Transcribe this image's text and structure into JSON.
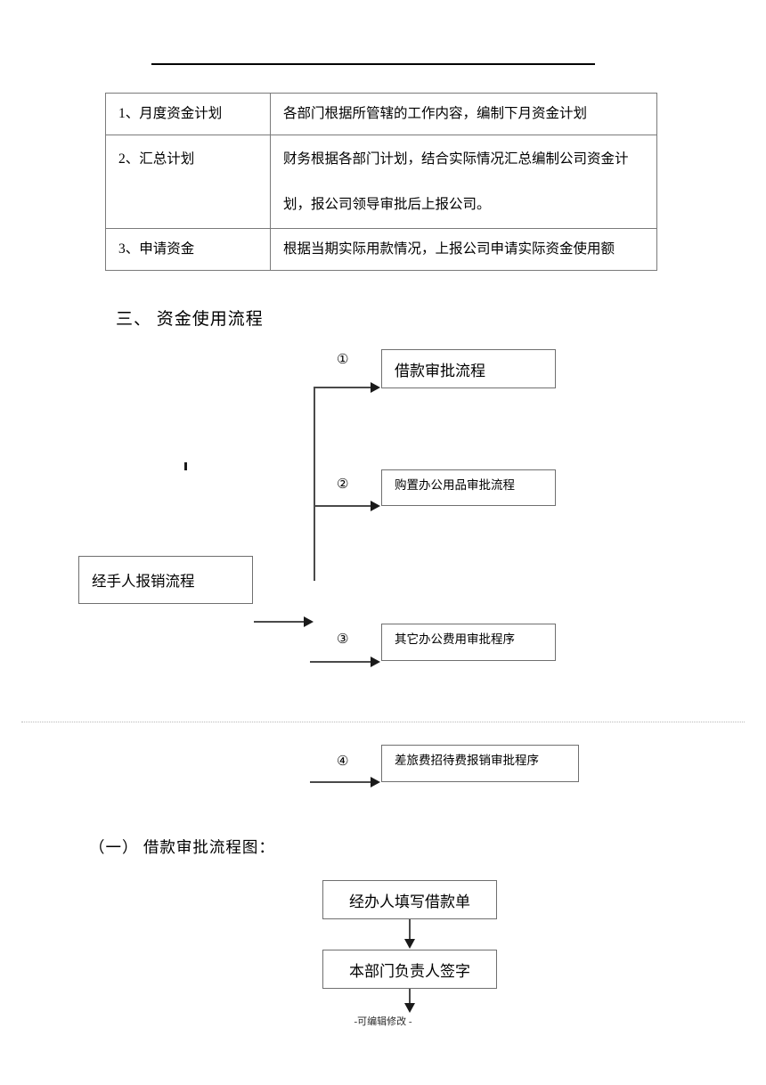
{
  "document": {
    "top_rule": true,
    "footer_note": "-可编辑修改 -"
  },
  "table": {
    "rows": [
      {
        "label": "1、月度资金计划",
        "lines": [
          "各部门根据所管辖的工作内容，编制下月资金计划"
        ]
      },
      {
        "label": "2、汇总计划",
        "lines": [
          "财务根据各部门计划，结合实际情况汇总编制公司资金计",
          "划，报公司领导审批后上报公司。"
        ]
      },
      {
        "label": "3、申请资金",
        "lines": [
          "根据当期实际用款情况，上报公司申请实际资金使用额"
        ]
      }
    ]
  },
  "section_three": {
    "heading": "三、  资金使用流程",
    "source_node": "经手人报销流程",
    "branches": [
      {
        "marker": "①",
        "label": "借款审批流程"
      },
      {
        "marker": "②",
        "label": "购置办公用品审批流程"
      },
      {
        "marker": "③",
        "label": "其它办公费用审批程序"
      },
      {
        "marker": "④",
        "label": "差旅费招待费报销审批程序"
      }
    ]
  },
  "section_one": {
    "heading": "（一）  借款审批流程图：",
    "nodes": [
      "经办人填写借款单",
      "本部门负责人签字"
    ]
  }
}
